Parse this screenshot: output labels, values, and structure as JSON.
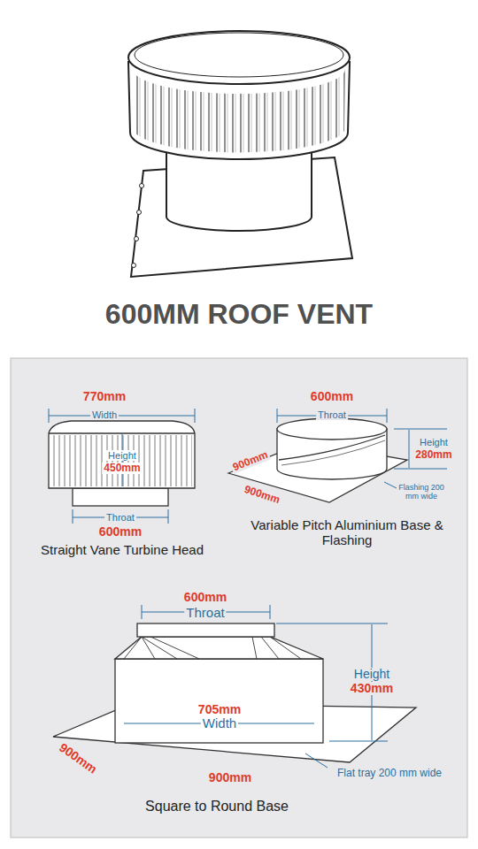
{
  "diagram": {
    "title": "600MM ROOF VENT",
    "labels": [
      "770mm",
      "Width",
      "Height",
      "450mm",
      "Throat",
      "600mm",
      "Straight Vane Turbine Head",
      "600mm",
      "Throat",
      "900mm",
      "900mm",
      "Height",
      "280mm",
      "Flashing 200 mm wide",
      "Variable Pitch Aluminium Base & Flashing",
      "600mm",
      "Throat",
      "Height",
      "430mm",
      "705mm",
      "Width",
      "900mm",
      "900mm",
      "Flat tray 200 mm wide",
      "Square to Round Base"
    ]
  }
}
